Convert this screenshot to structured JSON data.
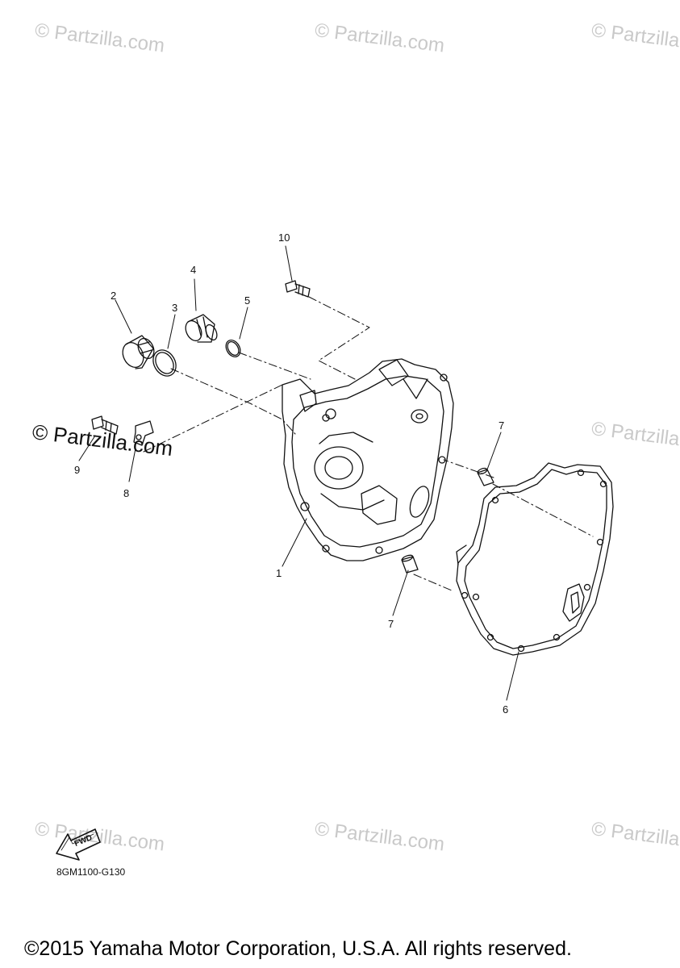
{
  "diagram": {
    "callouts": [
      {
        "id": "1",
        "label": "1"
      },
      {
        "id": "2",
        "label": "2"
      },
      {
        "id": "3",
        "label": "3"
      },
      {
        "id": "4",
        "label": "4"
      },
      {
        "id": "5",
        "label": "5"
      },
      {
        "id": "6",
        "label": "6"
      },
      {
        "id": "7a",
        "label": "7"
      },
      {
        "id": "7b",
        "label": "7"
      },
      {
        "id": "8",
        "label": "8"
      },
      {
        "id": "9",
        "label": "9"
      },
      {
        "id": "10",
        "label": "10"
      }
    ],
    "fwd_label": "FWD",
    "reference_code": "8GM1100-G130"
  },
  "watermark": {
    "text": "© Partzilla.com"
  },
  "footer": {
    "copyright": "©2015 Yamaha Motor Corporation, U.S.A. All rights reserved."
  }
}
